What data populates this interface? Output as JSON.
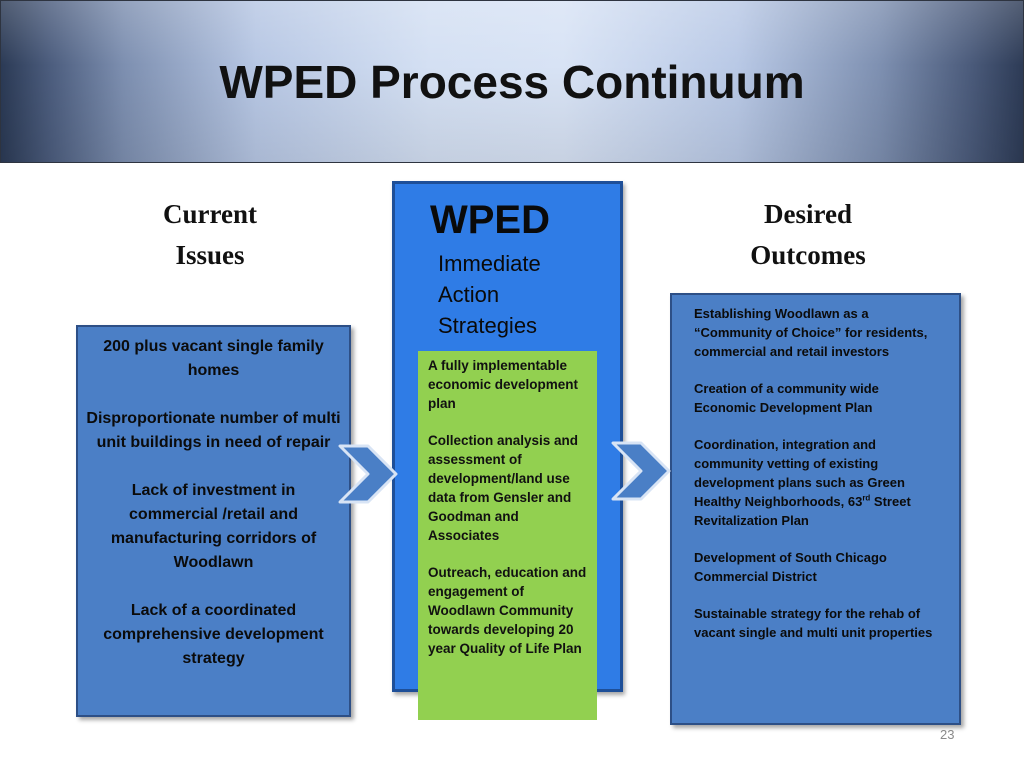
{
  "slide": {
    "title": "WPED Process Continuum",
    "number": "23"
  },
  "current_issues": {
    "heading_line1": "Current",
    "heading_line2": "Issues",
    "items": [
      "200 plus vacant single family homes",
      "Disproportionate number of multi unit buildings in need of repair",
      "Lack of  investment in commercial /retail and manufacturing corridors of Woodlawn",
      "Lack of a coordinated comprehensive development strategy"
    ]
  },
  "wped": {
    "title": "WPED",
    "subtitle_line1": "Immediate",
    "subtitle_line2": "Action",
    "subtitle_line3": "Strategies",
    "items": [
      "A fully implementable economic development plan",
      "Collection analysis and assessment of development/land use data from Gensler and Goodman and Associates",
      "Outreach, education and engagement of Woodlawn Community towards developing 20  year Quality of Life Plan"
    ]
  },
  "desired_outcomes": {
    "heading_line1": "Desired",
    "heading_line2": "Outcomes",
    "items": [
      "Establishing Woodlawn as a “Community of Choice” for residents, commercial and retail investors",
      "Creation of a community wide Economic Development Plan",
      "Development of South Chicago Commercial District",
      "Sustainable strategy for the rehab of vacant single and multi unit properties"
    ],
    "coordination_pre": "Coordination, integration and community vetting of existing development plans such as Green Healthy Neighborhoods, 63",
    "coordination_sup": "rd",
    "coordination_post": " Street Revitalization Plan"
  },
  "colors": {
    "blue_box": "#4b7fc6",
    "center_blue": "#2f7ce6",
    "green": "#92d050",
    "arrow": "#4a7fc6"
  },
  "icons": [
    "chevron-right-icon",
    "chevron-right-icon"
  ]
}
